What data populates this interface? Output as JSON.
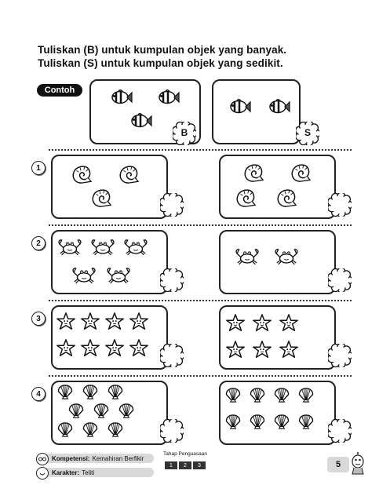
{
  "instructions": {
    "line1": "Tuliskan (B) untuk kumpulan objek yang banyak.",
    "line2": "Tuliskan (S) untuk kumpulan objek yang sedikit."
  },
  "example": {
    "label": "Contoh",
    "left": {
      "object": "clownfish-icon",
      "count": 3,
      "answer": "B"
    },
    "right": {
      "object": "clownfish-icon",
      "count": 2,
      "answer": "S"
    }
  },
  "questions": [
    {
      "number": "1",
      "object": "snail-shell-icon",
      "left_count": 3,
      "right_count": 4
    },
    {
      "number": "2",
      "object": "crab-icon",
      "left_count": 5,
      "right_count": 2
    },
    {
      "number": "3",
      "object": "starfish-icon",
      "left_count": 8,
      "right_count": 6
    },
    {
      "number": "4",
      "object": "scallop-shell-icon",
      "left_count": 9,
      "right_count": 8
    }
  ],
  "footer": {
    "competency_label": "Kompetensi:",
    "competency_value": "Kemahiran Berfikir",
    "character_label": "Karakter:",
    "character_value": "Teliti",
    "mastery_title": "Tahap Penguasaan",
    "mastery_levels": [
      "1",
      "2",
      "3"
    ],
    "page_number": "5"
  }
}
